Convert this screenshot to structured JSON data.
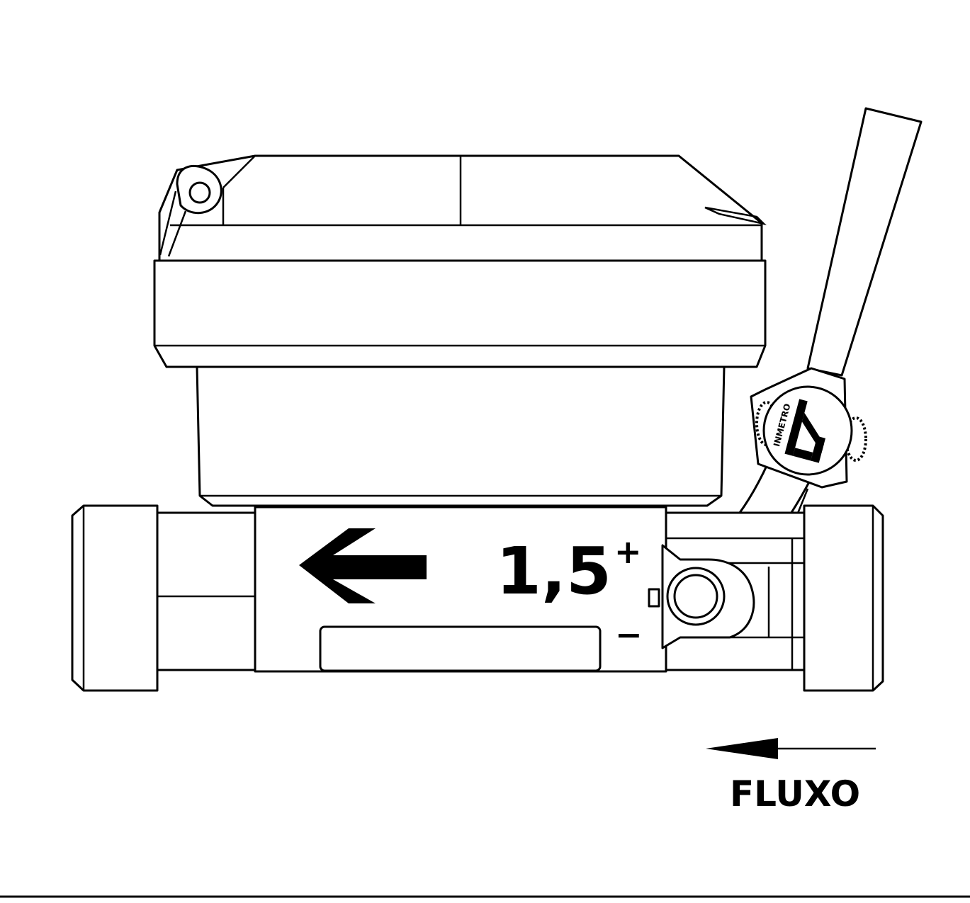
{
  "diagram": {
    "meter_label": "1,5",
    "plus_sign": "+",
    "minus_sign": "−",
    "seal_text": "INMETRO",
    "flow_label": "FLUXO"
  },
  "colors": {
    "line": "#000000",
    "background": "#ffffff"
  },
  "icons": {
    "body_arrow": "arrow-left-icon",
    "flow_arrow": "arrow-left-icon",
    "seal_logo": "inmetro-logo"
  }
}
